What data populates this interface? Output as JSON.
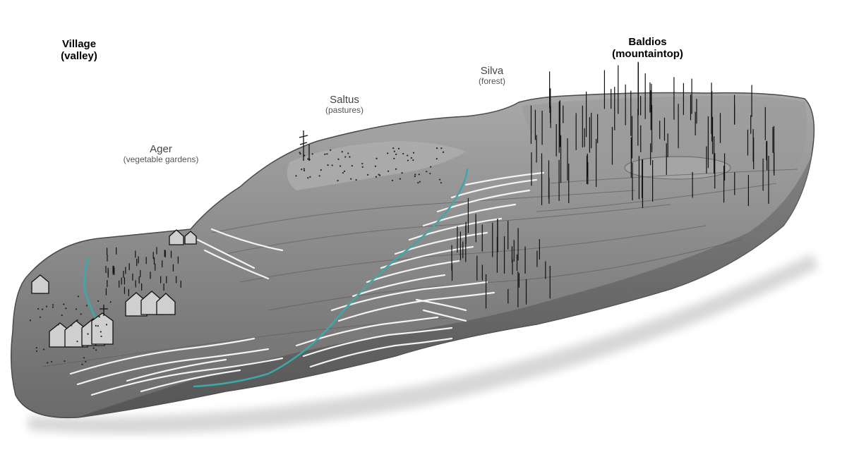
{
  "labels": {
    "village": {
      "name": "Village",
      "sub": "(valley)"
    },
    "ager": {
      "name": "Ager",
      "sub": "(vegetable gardens)"
    },
    "saltus": {
      "name": "Saltus",
      "sub": "(pastures)"
    },
    "silva": {
      "name": "Silva",
      "sub": "(forest)"
    },
    "baldios": {
      "name": "Baldios",
      "sub": "(mountaintop)"
    }
  },
  "colors": {
    "rock_dark": "#5b5b5b",
    "rock_mid": "#8a8a8a",
    "rock_light": "#b8b8b8",
    "stream": "#3fa7a7",
    "terrace": "#f4f4f4",
    "ink": "#111111"
  },
  "icons": [
    "village-houses-icon",
    "church-icon",
    "tree-icon",
    "stream-icon",
    "terrace-lines-icon"
  ]
}
